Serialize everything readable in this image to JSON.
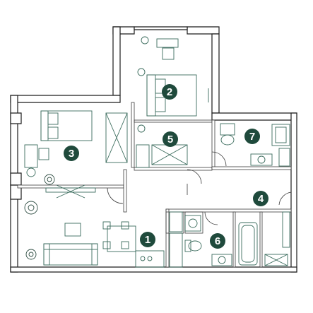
{
  "colors": {
    "badge": "#1f4a3c",
    "wall": "#1c1c1c",
    "furniture": "#3a6b5c"
  },
  "rooms": [
    {
      "id": "room-1",
      "label": "1"
    },
    {
      "id": "room-2",
      "label": "2"
    },
    {
      "id": "room-3",
      "label": "3"
    },
    {
      "id": "room-4",
      "label": "4"
    },
    {
      "id": "room-5",
      "label": "5"
    },
    {
      "id": "room-6",
      "label": "6"
    },
    {
      "id": "room-7",
      "label": "7"
    }
  ]
}
